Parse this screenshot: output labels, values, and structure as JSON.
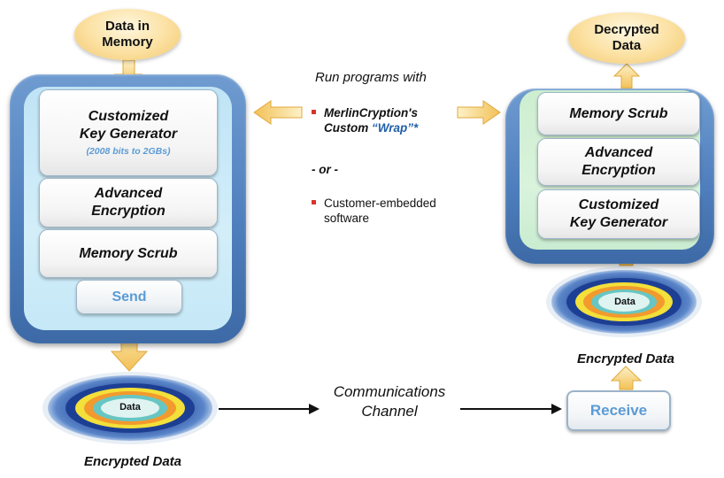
{
  "left": {
    "top_oval": "Data in\nMemory",
    "key_generator": {
      "line1": "Customized",
      "line2": "Key Generator",
      "sub": "(2008 bits to 2GBs)"
    },
    "advanced_encryption": {
      "line1": "Advanced",
      "line2": "Encryption"
    },
    "memory_scrub": "Memory Scrub",
    "send": "Send",
    "disk_label": "Data",
    "encrypted_label": "Encrypted Data"
  },
  "center": {
    "run_programs": "Run programs with",
    "bullet1_line1": "MerlinCryption's",
    "bullet1_line2_prefix": "Custom",
    "bullet1_wrap": "“Wrap”*",
    "or": "- or -",
    "bullet2_line1": "Customer-embedded",
    "bullet2_line2": "software",
    "channel_line1": "Communications",
    "channel_line2": "Channel"
  },
  "right": {
    "top_oval": "Decrypted\nData",
    "memory_scrub": "Memory Scrub",
    "advanced_encryption": {
      "line1": "Advanced",
      "line2": "Encryption"
    },
    "key_generator": {
      "line1": "Customized",
      "line2": "Key Generator"
    },
    "disk_label": "Data",
    "encrypted_label": "Encrypted Data",
    "receive": "Receive"
  },
  "colors": {
    "frame_blue": "#4f7fbd",
    "panel_light_blue": "#c8e9f8",
    "panel_light_green": "#d4f1d7",
    "accent_blue_text": "#5b9bd5",
    "arrow_gold": "#f5c65a",
    "bullet_red": "#d9342b"
  }
}
